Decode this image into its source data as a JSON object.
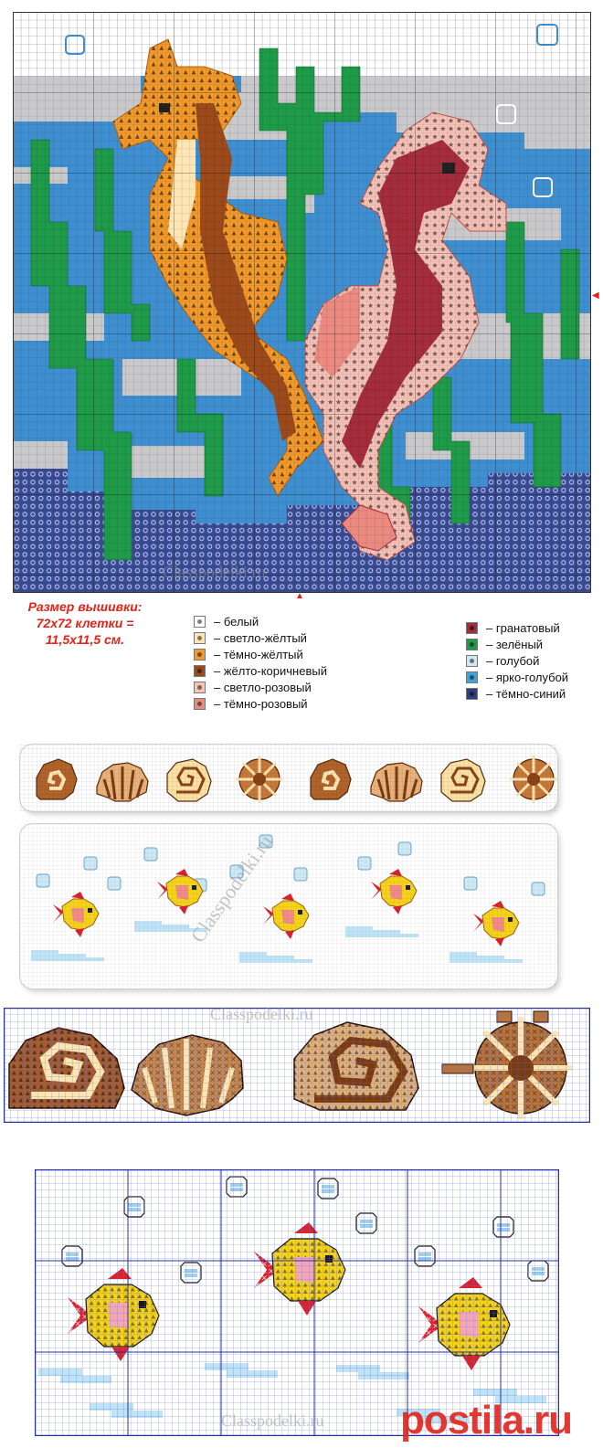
{
  "watermarks": {
    "main": "Classpodelki.ru",
    "strip": "Classpodelki.ru",
    "shells_grid": "Classpodelki.ru",
    "fish_grid": "Classpodelki.ru",
    "postila": "postila.ru"
  },
  "size_note": {
    "line1": "Размер вышивки:",
    "line2": "72х72 клетки =",
    "line3": "11,5х11,5 см."
  },
  "legend_left": [
    {
      "label": "– белый",
      "color": "#ffffff"
    },
    {
      "label": "– светло-жёлтый",
      "color": "#fde6b4"
    },
    {
      "label": "– тёмно-жёлтый",
      "color": "#f39a2c"
    },
    {
      "label": "– жёлто-коричневый",
      "color": "#9c4a1c"
    },
    {
      "label": "– светло-розовый",
      "color": "#f7c2b8"
    },
    {
      "label": "– тёмно-розовый",
      "color": "#ea8a80"
    }
  ],
  "legend_right": [
    {
      "label": "– гранатовый",
      "color": "#a32d3a"
    },
    {
      "label": "– зелёный",
      "color": "#1f9a48"
    },
    {
      "label": "– голубой",
      "color": "#cfe8f5"
    },
    {
      "label": "– ярко-голубой",
      "color": "#3ca6dc"
    },
    {
      "label": "– тёмно-синий",
      "color": "#2e3d80"
    }
  ],
  "colors": {
    "water": "#3f8fd0",
    "cloud": "#c9c9cb",
    "seabed": "#3a4c94",
    "grid_blue": "#2430a8",
    "accent_red": "#e2231a"
  }
}
